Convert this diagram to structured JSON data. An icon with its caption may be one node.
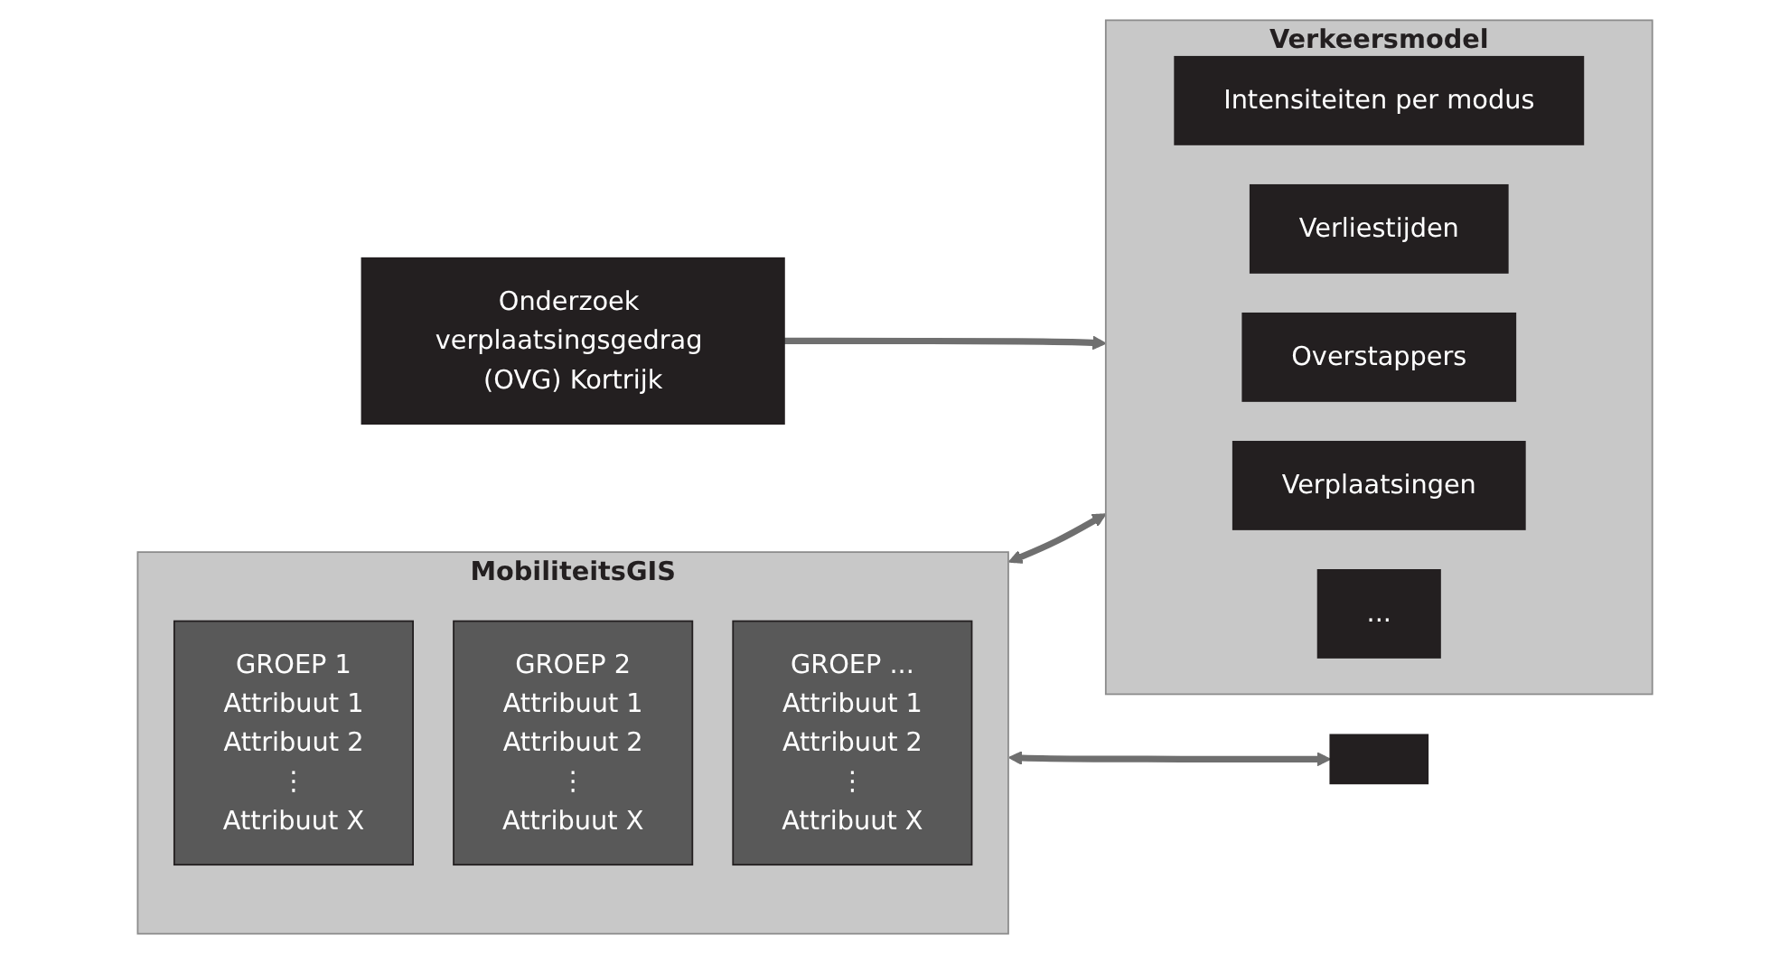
{
  "diagram": {
    "nodes": [
      {
        "text": [
          "MobiliteitsGIS"
        ]
      },
      {
        "text": [
          "GROEP 1",
          "Attribuut 1",
          "Attribuut 2",
          "⋮",
          "Attribuut X"
        ],
        "in": 0
      },
      {
        "text": [
          "GROEP 2",
          "Attribuut 1",
          "Attribuut 2",
          "⋮",
          "Attribuut X"
        ],
        "in": 0
      },
      {
        "text": [
          "GROEP ...",
          "Attribuut 1",
          "Attribuut 2",
          "⋮",
          "Attribuut X"
        ],
        "in": 0
      },
      {
        "text": [
          "Verkeersmodel"
        ]
      },
      {
        "text": [
          "Intensiteiten per modus"
        ],
        "in": 4
      },
      {
        "text": [
          "Verliestijden"
        ],
        "in": 4
      },
      {
        "text": [
          "Overstappers"
        ],
        "in": 4
      },
      {
        "text": [
          "Verplaatsingen"
        ],
        "in": 4
      },
      {
        "text": [
          "..."
        ],
        "in": 4
      },
      {
        "text": [],
        "shape": "box"
      },
      {
        "text": [
          "Onderzoek verplaatsingsgedrag (OVG) Kortrijk"
        ]
      }
    ],
    "edges": [
      {
        "from": 0,
        "to": 4,
        "arrow": "both"
      },
      {
        "from": 0,
        "to": 10,
        "arrow": "both"
      },
      {
        "from": 11,
        "to": 4,
        "arrow": "to"
      }
    ]
  }
}
